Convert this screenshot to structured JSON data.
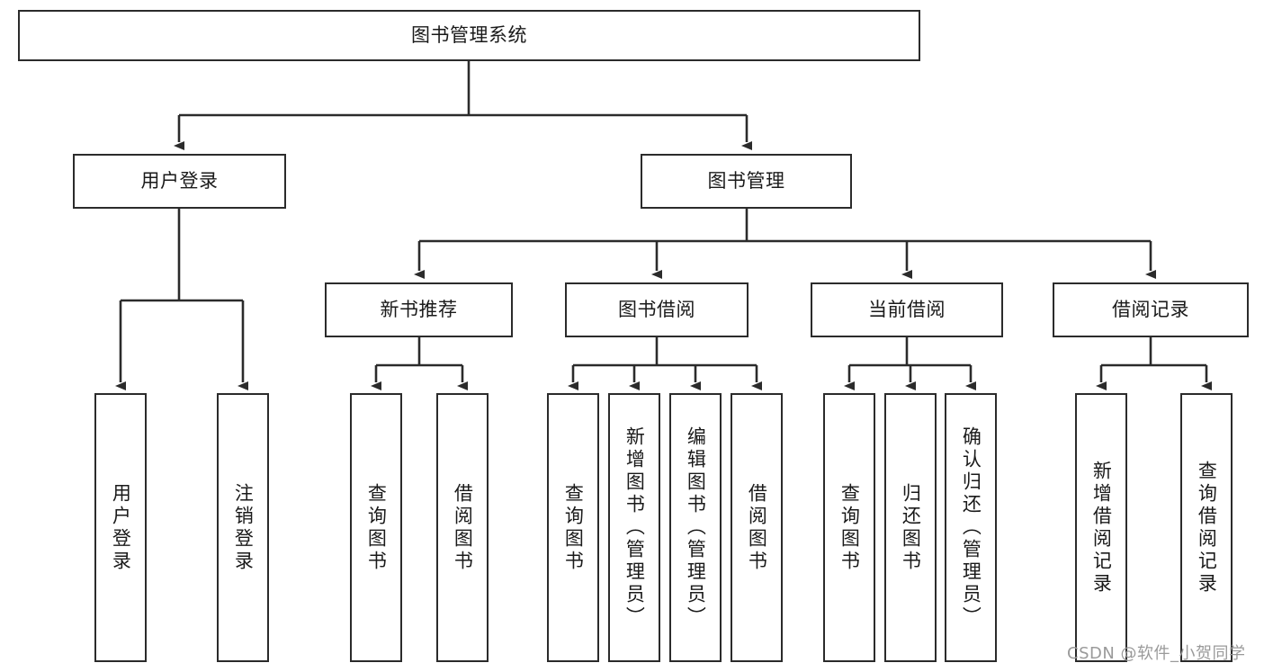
{
  "diagram": {
    "title": "图书管理系统",
    "type": "tree-hierarchy",
    "stroke_color": "#2b2b2b",
    "background_color": "#ffffff",
    "text_color": "#1a1a1a",
    "watermark": "CSDN @软件_小贺同学",
    "root": {
      "label": "图书管理系统"
    },
    "level2": [
      {
        "label": "用户登录"
      },
      {
        "label": "图书管理"
      }
    ],
    "level3": [
      {
        "label": "新书推荐"
      },
      {
        "label": "图书借阅"
      },
      {
        "label": "当前借阅"
      },
      {
        "label": "借阅记录"
      }
    ],
    "leaves": {
      "user_login": [
        {
          "label": "用户登录"
        },
        {
          "label": "注销登录"
        }
      ],
      "new_book": [
        {
          "label": "查询图书"
        },
        {
          "label": "借阅图书"
        }
      ],
      "book_borrow": [
        {
          "label": "查询图书"
        },
        {
          "label": "新增图书（管理员）"
        },
        {
          "label": "编辑图书（管理员）"
        },
        {
          "label": "借阅图书"
        }
      ],
      "current_borrow": [
        {
          "label": "查询图书"
        },
        {
          "label": "归还图书"
        },
        {
          "label": "确认归还（管理员）"
        }
      ],
      "borrow_record": [
        {
          "label": "新增借阅记录"
        },
        {
          "label": "查询借阅记录"
        }
      ]
    }
  }
}
